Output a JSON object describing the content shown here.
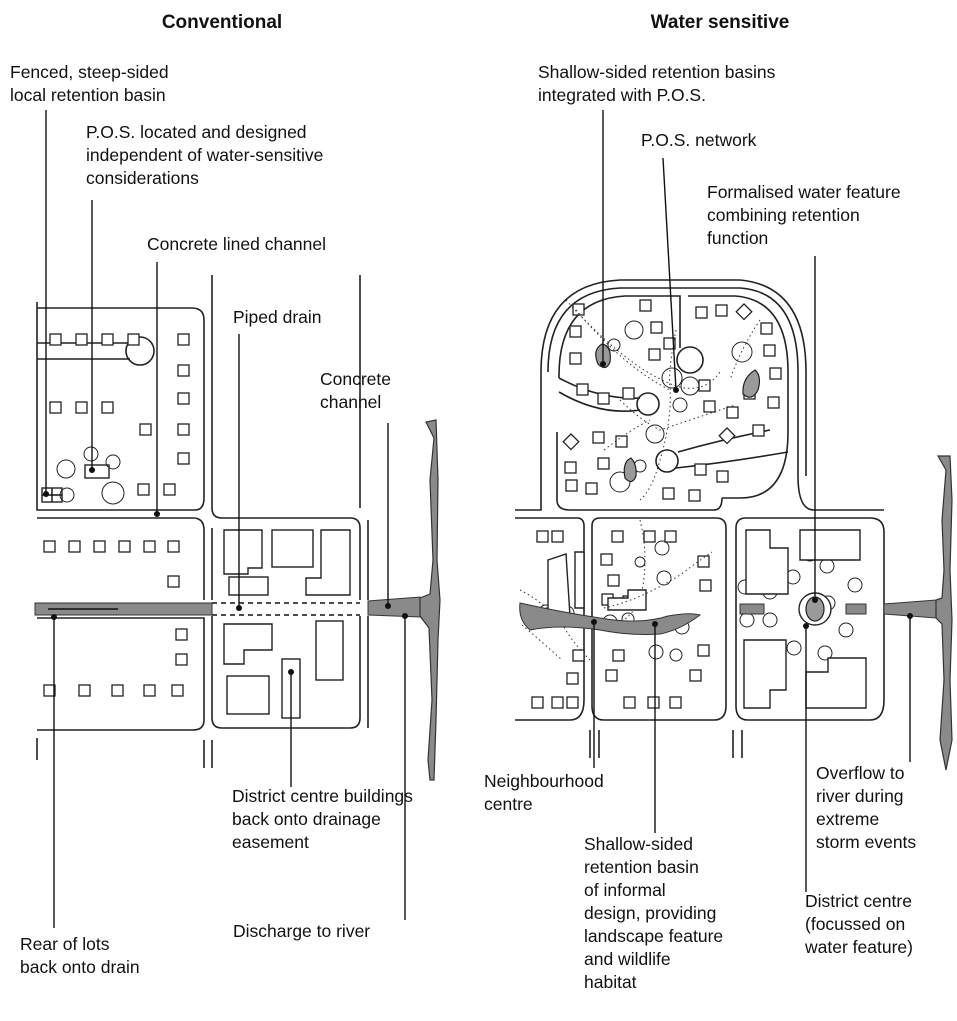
{
  "panels": {
    "left": {
      "heading": "Conventional",
      "labels": {
        "fenced_basin": [
          "Fenced, steep-sided",
          "local retention basin"
        ],
        "pos_independent": [
          "P.O.S. located and designed",
          "independent of water-sensitive",
          "considerations"
        ],
        "concrete_lined": [
          "Concrete lined channel"
        ],
        "piped_drain": [
          "Piped drain"
        ],
        "concrete_channel": [
          "Concrete",
          "channel"
        ],
        "district_buildings": [
          "District centre buildings",
          "back onto drainage",
          "easement"
        ],
        "discharge": [
          "Discharge to river"
        ],
        "rear_lots": [
          "Rear of lots",
          "back onto drain"
        ]
      }
    },
    "right": {
      "heading": "Water sensitive",
      "labels": {
        "shallow_basins": [
          "Shallow-sided retention basins",
          "integrated with P.O.S."
        ],
        "pos_network": [
          "P.O.S. network"
        ],
        "formalised_feature": [
          "Formalised water feature",
          "combining retention",
          "function"
        ],
        "neighbourhood": [
          "Neighbourhood",
          "centre"
        ],
        "shallow_informal": [
          "Shallow-sided",
          "retention basin",
          "of informal",
          "design, providing",
          "landscape feature",
          "and wildlife",
          "habitat"
        ],
        "overflow": [
          "Overflow to",
          "river during",
          "extreme",
          "storm events"
        ],
        "district_centre": [
          "District centre",
          "(focussed on",
          "water feature)"
        ]
      }
    }
  },
  "colors": {
    "line": "#222222",
    "water": "#8a8a8a",
    "background": "#ffffff"
  }
}
